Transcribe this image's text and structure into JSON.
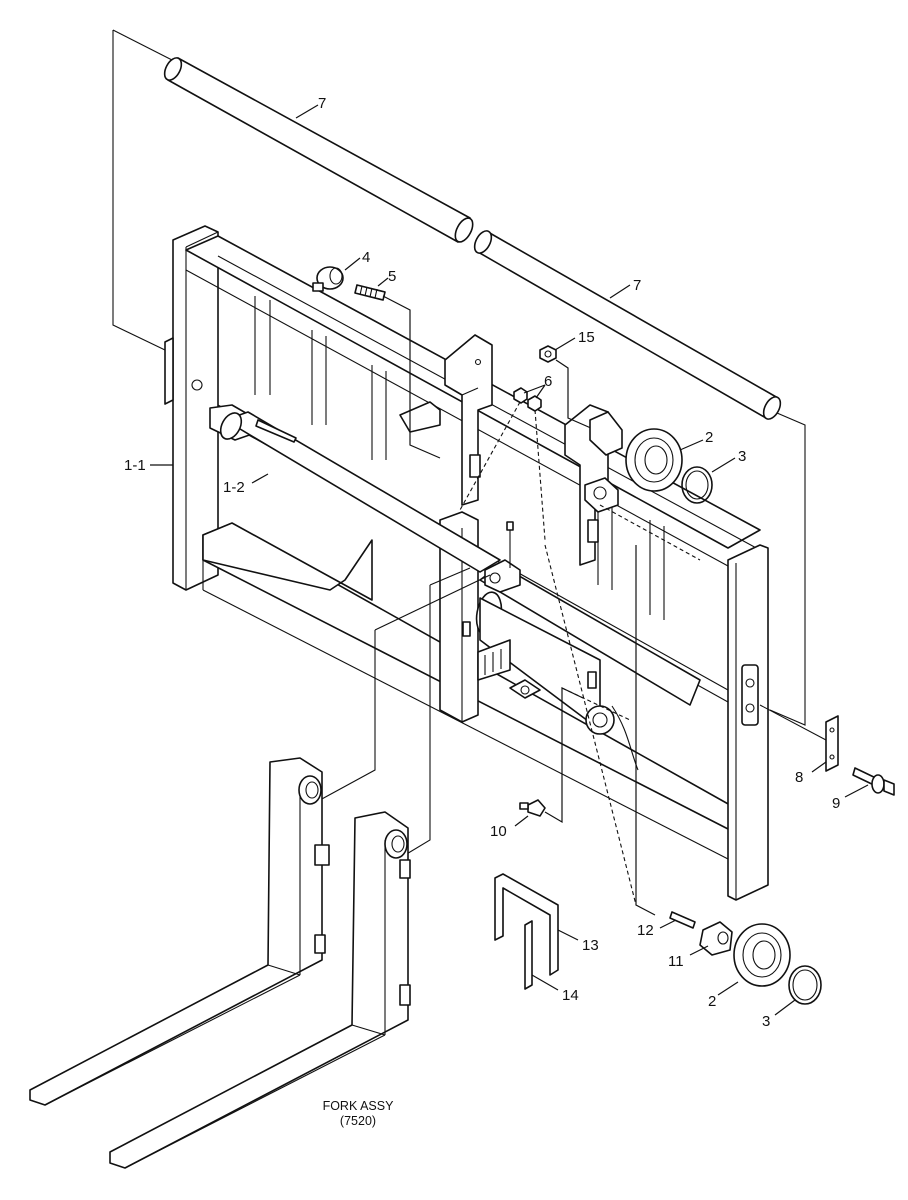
{
  "callouts": {
    "c1_1": "1-1",
    "c1_2": "1-2",
    "c2a": "2",
    "c2b": "2",
    "c3a": "3",
    "c3b": "3",
    "c4": "4",
    "c5": "5",
    "c6": "6",
    "c7a": "7",
    "c7b": "7",
    "c8": "8",
    "c9": "9",
    "c10": "10",
    "c11": "11",
    "c12": "12",
    "c13": "13",
    "c14": "14",
    "c15": "15"
  },
  "fork_caption": {
    "line1": "FORK ASSY",
    "line2": "(7520)"
  }
}
